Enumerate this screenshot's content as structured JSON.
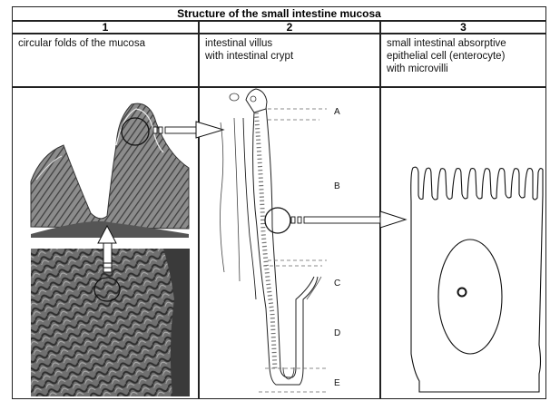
{
  "table": {
    "title": "Structure of the small intestine mucosa",
    "columns": [
      {
        "number": "1",
        "lines": [
          "circular folds of the mucosa"
        ]
      },
      {
        "number": "2",
        "lines": [
          "intestinal villus",
          "with intestinal crypt"
        ]
      },
      {
        "number": "3",
        "lines": [
          "small intestinal absorptive",
          "epithelial cell (enterocyte)",
          " with microvilli"
        ]
      }
    ]
  },
  "villus_labels": [
    "A",
    "B",
    "C",
    "D",
    "E"
  ]
}
